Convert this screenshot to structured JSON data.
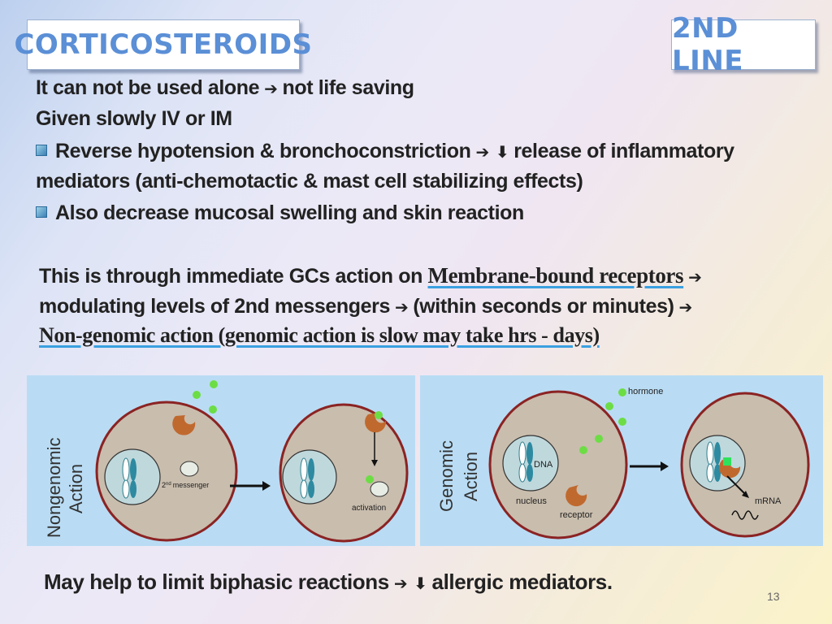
{
  "header": {
    "title": "CORTICOSTEROIDS",
    "badge": "2ND LINE"
  },
  "bullets": {
    "line1_a": "It can not be used alone",
    "line1_b": "not life saving",
    "line2": "Given slowly IV or IM",
    "line3_a": "Reverse hypotension & bronchoconstriction",
    "line3_b": "release of inflammatory",
    "line4": "mediators (anti-chemotactic & mast cell stabilizing effects)",
    "line5": "Also decrease mucosal swelling and skin reaction"
  },
  "mechanism": {
    "line1_a": "This is through immediate GCs action on",
    "line1_link": "Membrane-bound receptors",
    "line2_a": "modulating levels of 2nd messengers",
    "line2_b": "(within seconds or minutes)",
    "line3": "Non-genomic action (genomic action is slow may take hrs - days)"
  },
  "diagram": {
    "left_title_1": "Nongenomic",
    "left_title_2": "Action",
    "messenger_label": "messenger",
    "messenger_prefix": "2",
    "messenger_sup": "nd",
    "activation_label": "activation",
    "right_title_1": "Genomic",
    "right_title_2": "Action",
    "hormone_label": "hormone",
    "dna_label": "DNA",
    "nucleus_label": "nucleus",
    "receptor_label": "receptor",
    "mrna_label": "mRNA"
  },
  "footer": {
    "text_a": "May help to limit biphasic reactions",
    "text_b": "allergic mediators."
  },
  "page_number": "13",
  "icons": {
    "right-arrow": "➔",
    "down-arrow": "🡇",
    "bullet": "square-bullet"
  }
}
